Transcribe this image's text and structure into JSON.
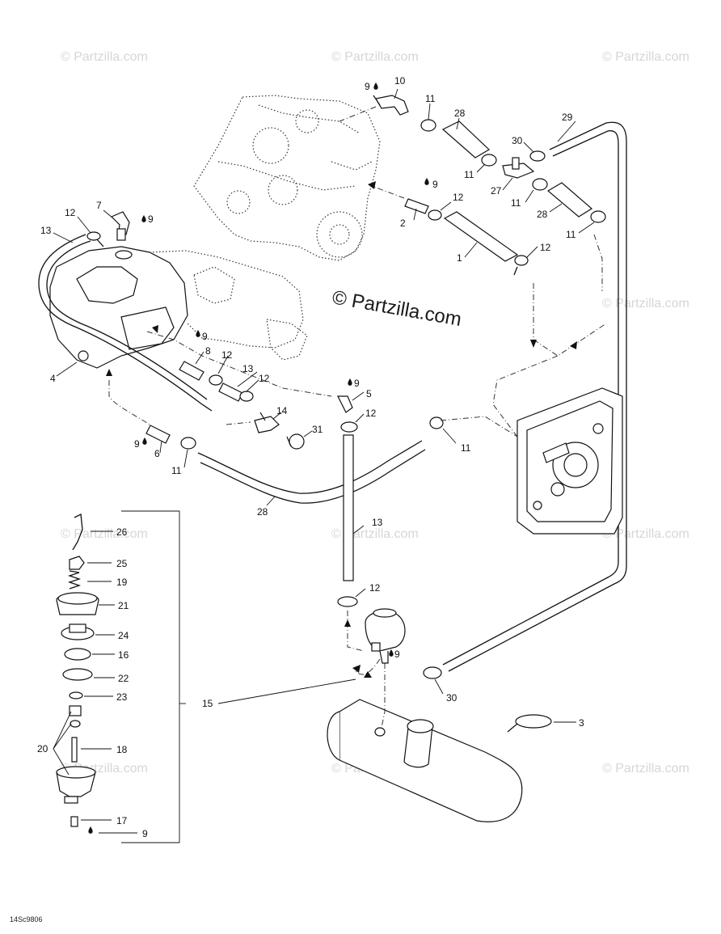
{
  "watermark": {
    "small_text": "© Partzilla.com",
    "center_text": "© Partzilla.com"
  },
  "diagram_ref": "14Sc9806",
  "callouts": {
    "c1": "1",
    "c2": "2",
    "c3": "3",
    "c4": "4",
    "c5": "5",
    "c6": "6",
    "c7": "7",
    "c8": "8",
    "c9a": "9",
    "c9b": "9",
    "c9c": "9",
    "c9d": "9",
    "c9e": "9",
    "c9f": "9",
    "c9g": "9",
    "c9h": "9",
    "c10": "10",
    "c11a": "11",
    "c11b": "11",
    "c11c": "11",
    "c11d": "11",
    "c11e": "11",
    "c11f": "11",
    "c12a": "12",
    "c12b": "12",
    "c12c": "12",
    "c12d": "12",
    "c12e": "12",
    "c12f": "12",
    "c12g": "12",
    "c13a": "13",
    "c13b": "13",
    "c13c": "13",
    "c14": "14",
    "c15": "15",
    "c16": "16",
    "c17": "17",
    "c18": "18",
    "c19": "19",
    "c20": "20",
    "c21": "21",
    "c22": "22",
    "c23": "23",
    "c24": "24",
    "c25": "25",
    "c26": "26",
    "c27": "27",
    "c28a": "28",
    "c28b": "28",
    "c28c": "28",
    "c29": "29",
    "c30a": "30",
    "c30b": "30",
    "c31": "31"
  }
}
